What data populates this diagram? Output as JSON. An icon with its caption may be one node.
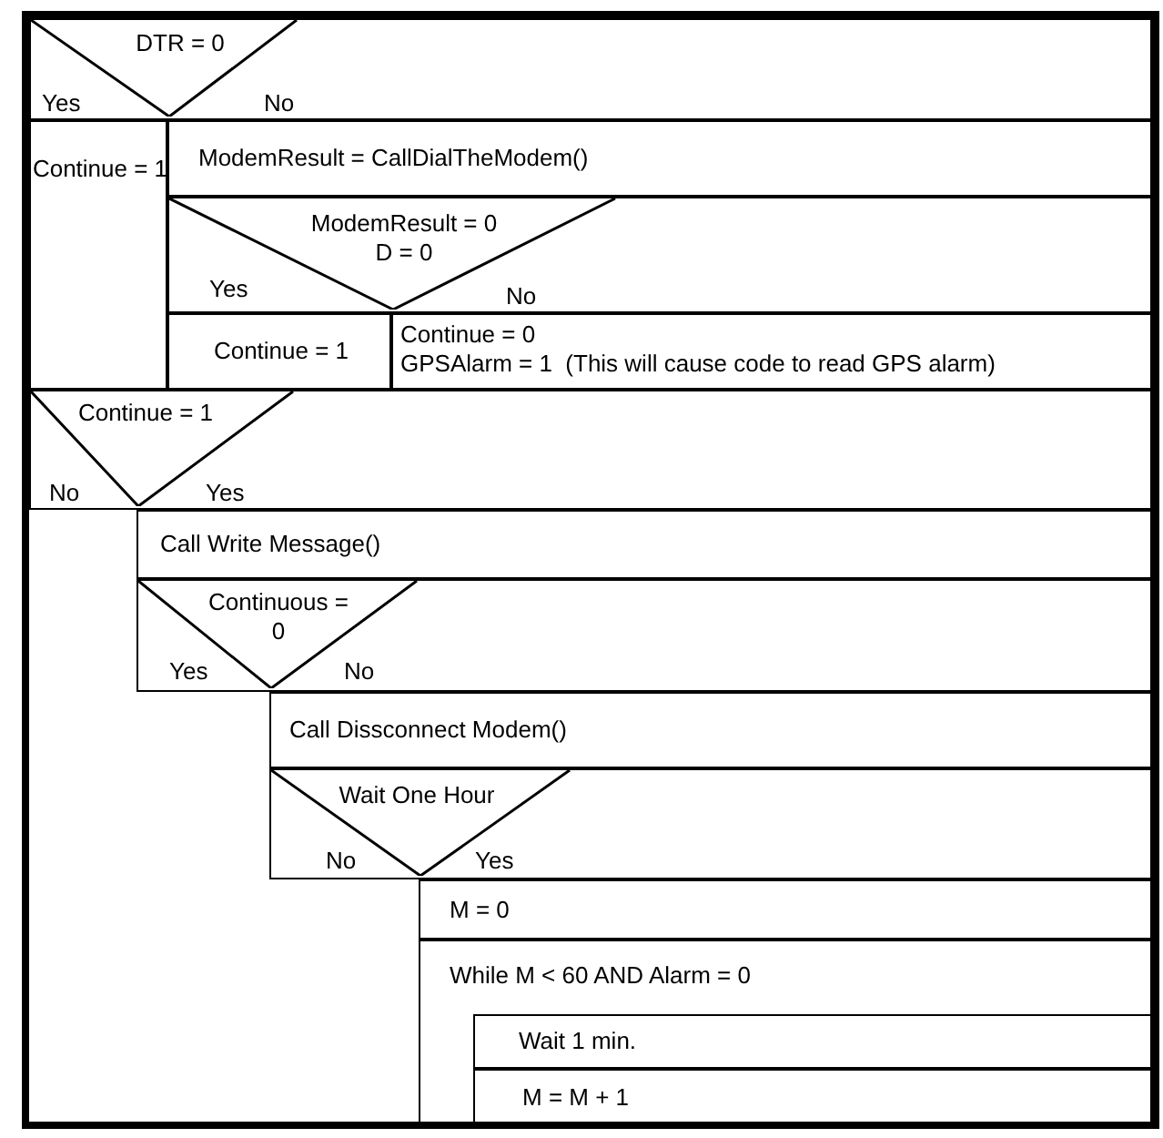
{
  "diagram": {
    "nodes": [
      {
        "text": [
          "DTR = 0",
          "Yes",
          "No"
        ]
      },
      {
        "text": [
          "Continue = 1"
        ]
      },
      {
        "text": [
          "ModemResult = CallDialTheModem()"
        ]
      },
      {
        "text": [
          "ModemResult = 0 D = 0",
          "Yes",
          "No"
        ]
      },
      {
        "text": [
          "Continue = 1"
        ]
      },
      {
        "text": [
          "Continue = 0",
          "GPSAlarm = 1  (This will cause code to read GPS alarm)"
        ]
      },
      {
        "text": [
          "Continue = 1",
          "No",
          "Yes"
        ]
      },
      {
        "text": [
          "Call Write Message()"
        ]
      },
      {
        "text": [
          "Continuous = 0",
          "Yes",
          "No"
        ]
      },
      {
        "text": [
          "Call Dissconnect Modem()"
        ]
      },
      {
        "text": [
          "Wait One Hour",
          "No",
          "Yes"
        ]
      },
      {
        "text": [
          "M = 0"
        ]
      },
      {
        "text": [
          "While M < 60 AND Alarm = 0"
        ]
      },
      {
        "text": [
          "Wait 1 min."
        ],
        "in": 12
      },
      {
        "text": [
          "M = M + 1"
        ],
        "in": 12
      }
    ]
  }
}
